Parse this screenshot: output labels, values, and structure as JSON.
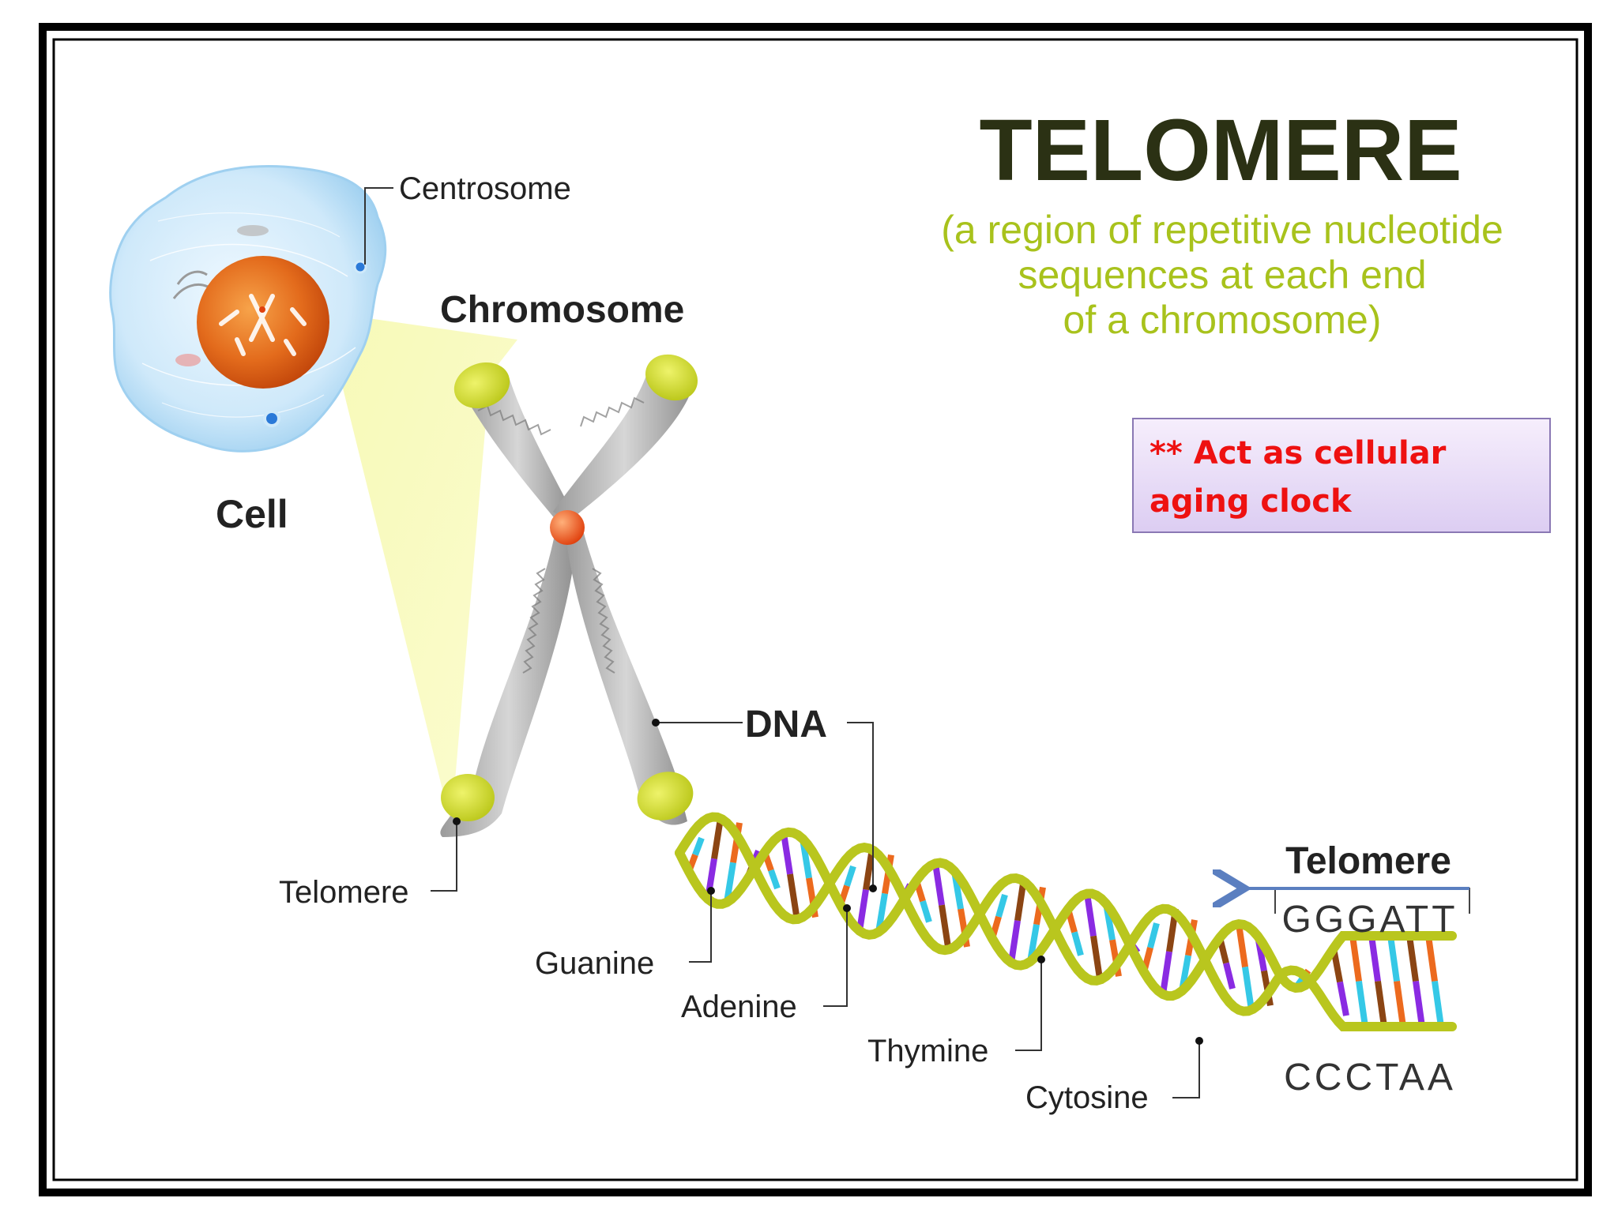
{
  "title": "TELOMERE",
  "subtitle_lines": [
    "(a region of repetitive nucleotide",
    "sequences at each end",
    "of a chromosome)"
  ],
  "note_lines": [
    "** Act as cellular",
    "aging clock"
  ],
  "labels": {
    "centrosome": "Centrosome",
    "chromosome": "Chromosome",
    "cell": "Cell",
    "dna": "DNA",
    "telomere_left": "Telomere",
    "telomere_right": "Telomere",
    "guanine": "Guanine",
    "adenine": "Adenine",
    "thymine": "Thymine",
    "cytosine": "Cytosine"
  },
  "sequence": {
    "top": "GGGATT",
    "bottom": "CCCTAA"
  },
  "colors": {
    "title": "#2b3114",
    "subtitle": "#a8c21c",
    "note_text": "#ee1111",
    "note_bg_top": "#f6eefc",
    "note_bg_bottom": "#dccdf2",
    "dna_strand": "#b9c61e",
    "guanine": "#ec6a1e",
    "adenine": "#8a2be2",
    "thymine": "#35c8e6",
    "cytosine": "#8b4513",
    "arrow": "#5b7fc0",
    "cell": "#c6e6f8",
    "nucleus": "#e36b1c",
    "chromosome": "#a9a9a9",
    "telomere_cap": "#c9d81e",
    "centromere": "#ec5a1e"
  }
}
